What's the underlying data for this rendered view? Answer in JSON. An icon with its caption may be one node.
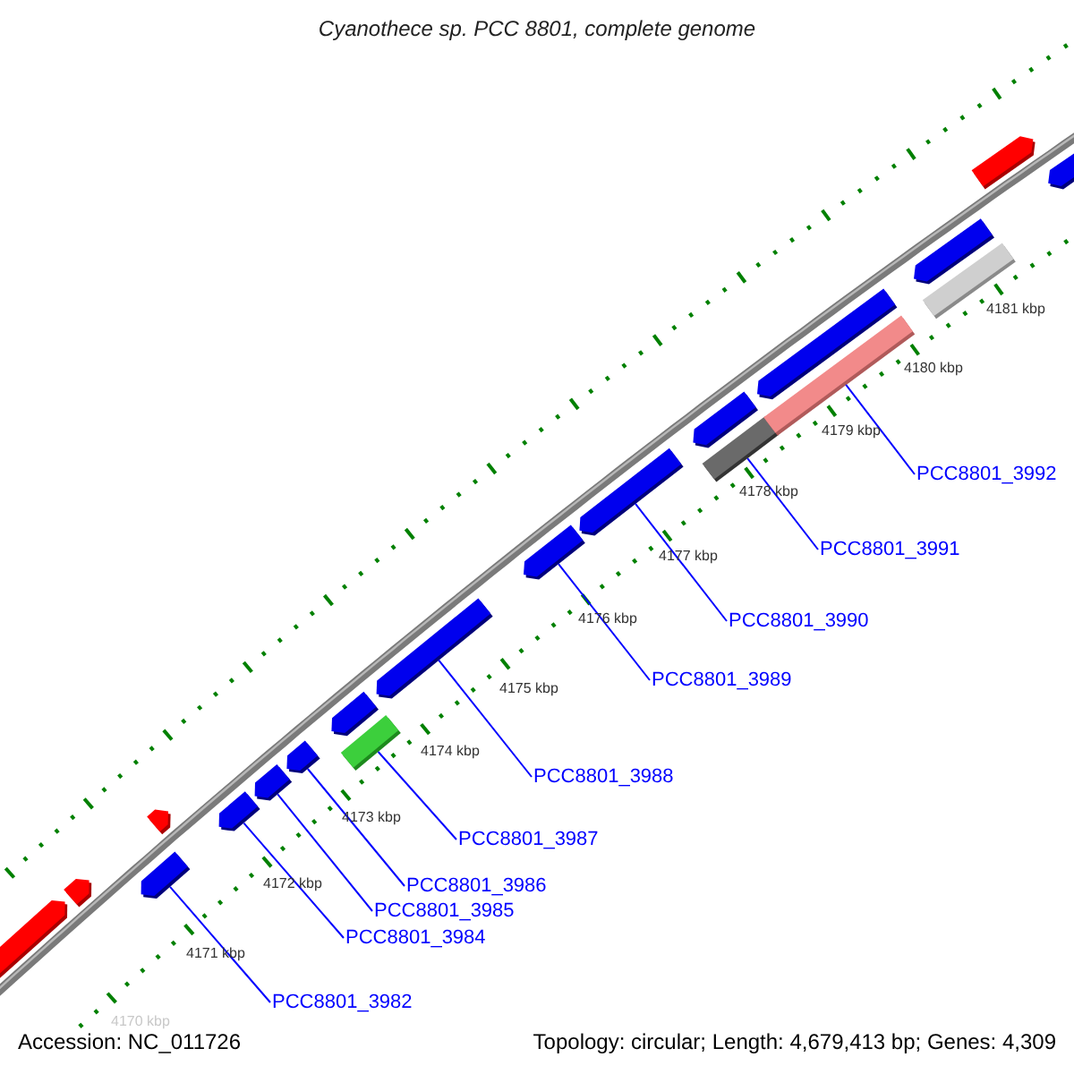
{
  "diagram": {
    "title": "Cyanothece sp. PCC 8801, complete genome",
    "nodes": [
      {
        "text": [
          "PCC8801_3982"
        ]
      },
      {
        "text": [
          "PCC8801_3984"
        ]
      },
      {
        "text": [
          "PCC8801_3985"
        ]
      },
      {
        "text": [
          "PCC8801_3986"
        ]
      },
      {
        "text": [
          "PCC8801_3987"
        ]
      },
      {
        "text": [
          "PCC8801_3988"
        ]
      },
      {
        "text": [
          "PCC8801_3989"
        ]
      },
      {
        "text": [
          "PCC8801_3990"
        ]
      },
      {
        "text": [
          "PCC8801_3991"
        ]
      },
      {
        "text": [
          "PCC8801_3992"
        ]
      },
      {
        "text": [],
        "shape": "bar"
      },
      {
        "text": [],
        "shape": "bar"
      },
      {
        "text": [],
        "shape": "bar"
      },
      {
        "text": [],
        "shape": "bar"
      },
      {
        "text": [],
        "shape": "bar"
      },
      {
        "text": [],
        "shape": "bar"
      },
      {
        "text": [],
        "shape": "bar"
      },
      {
        "text": [],
        "shape": "bar"
      },
      {
        "text": [],
        "shape": "bar"
      },
      {
        "text": [],
        "shape": "bar"
      },
      {
        "text": [],
        "shape": "bar"
      },
      {
        "text": [],
        "shape": "bar"
      },
      {
        "text": [],
        "shape": "bar"
      },
      {
        "text": [],
        "shape": "bar"
      },
      {
        "text": [],
        "shape": "bar"
      },
      {
        "text": [],
        "shape": "bar"
      },
      {
        "text": [],
        "shape": "bar"
      },
      {
        "text": [],
        "shape": "bar"
      },
      {
        "text": [],
        "shape": "bar"
      },
      {
        "text": [],
        "shape": "bar"
      }
    ],
    "edges": [
      {
        "from": 0,
        "to": 12,
        "arrow": "none"
      },
      {
        "from": 1,
        "to": 14,
        "arrow": "none"
      },
      {
        "from": 2,
        "to": 15,
        "arrow": "none"
      },
      {
        "from": 3,
        "to": 16,
        "arrow": "none"
      },
      {
        "from": 4,
        "to": 18,
        "arrow": "none"
      },
      {
        "from": 5,
        "to": 19,
        "arrow": "none"
      },
      {
        "from": 6,
        "to": 20,
        "arrow": "none"
      },
      {
        "from": 7,
        "to": 21,
        "arrow": "none"
      },
      {
        "from": 8,
        "to": 23,
        "arrow": "none"
      },
      {
        "from": 9,
        "to": 25,
        "arrow": "none"
      }
    ],
    "labels": [
      "4170 kbp",
      "4171 kbp",
      "4172 kbp",
      "4173 kbp",
      "4174 kbp",
      "4175 kbp",
      "4176 kbp",
      "4177 kbp",
      "4178 kbp",
      "4179 kbp",
      "4180 kbp",
      "4181 kbp",
      "Accession: NC_011726",
      "Topology: circular; Length: 4,679,413 bp; Genes: 4,309"
    ]
  }
}
